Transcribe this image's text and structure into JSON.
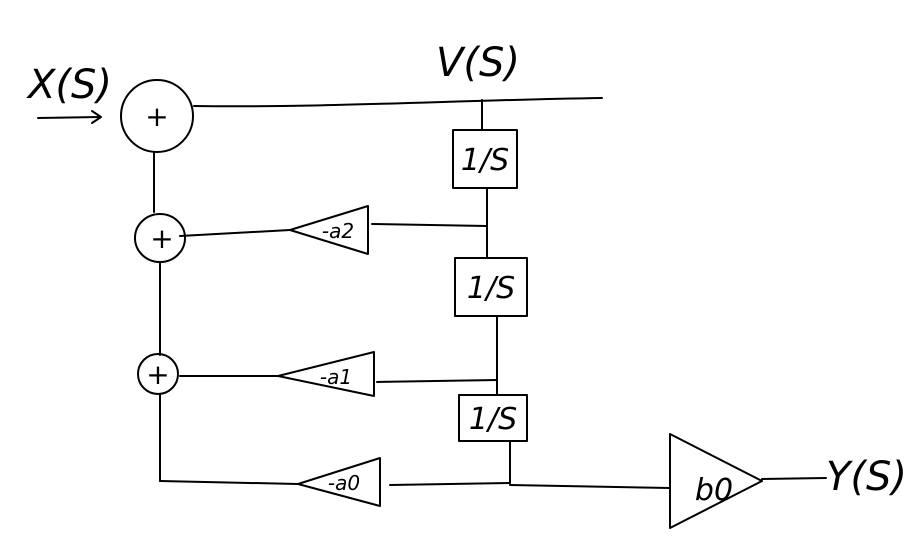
{
  "signals": {
    "input": "X(S)",
    "state": "V(S)",
    "output": "Y(S)"
  },
  "integrators": [
    {
      "label": "1/S"
    },
    {
      "label": "1/S"
    },
    {
      "label": "1/S"
    }
  ],
  "gains": {
    "feedback": [
      {
        "label": "-a2"
      },
      {
        "label": "-a1"
      },
      {
        "label": "-a0"
      }
    ],
    "output": {
      "label": "b0"
    }
  },
  "summers": [
    {
      "symbol": "+"
    },
    {
      "symbol": "+"
    },
    {
      "symbol": "+"
    }
  ]
}
